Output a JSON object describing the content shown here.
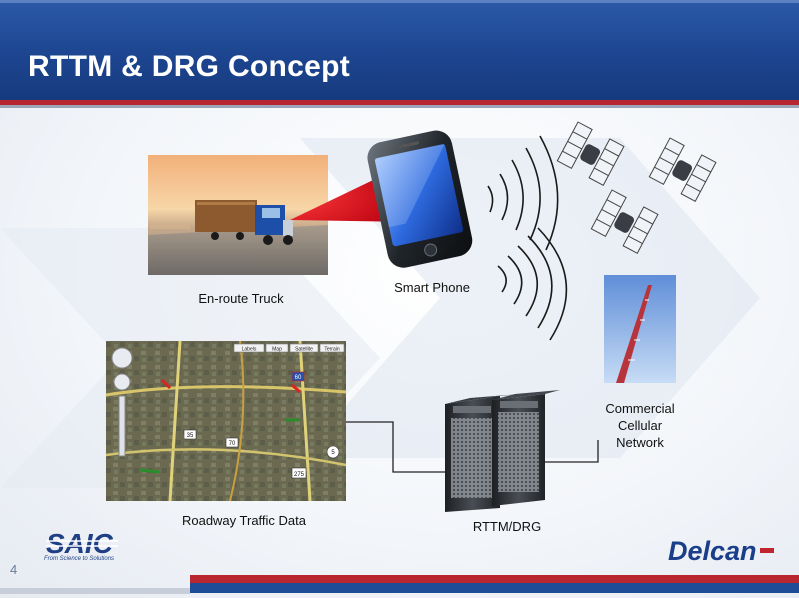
{
  "slide": {
    "title": "RTTM & DRG Concept",
    "page_number": "4"
  },
  "labels": {
    "truck": "En-route Truck",
    "phone": "Smart Phone",
    "cellular_line1": "Commercial",
    "cellular_line2": "Cellular",
    "cellular_line3": "Network",
    "traffic": "Roadway Traffic Data",
    "server": "RTTM/DRG"
  },
  "logos": {
    "left": "SAIC",
    "left_tagline": "From Science to Solutions",
    "right": "Delcan"
  },
  "map": {
    "toolbar": [
      "Labels",
      "Map",
      "Satellite",
      "Terrain"
    ],
    "shields": [
      "35",
      "70",
      "60",
      "275",
      "5"
    ]
  },
  "colors": {
    "header_blue": "#1d4590",
    "accent_red": "#b8262f",
    "beam_red": "#e0141e"
  }
}
